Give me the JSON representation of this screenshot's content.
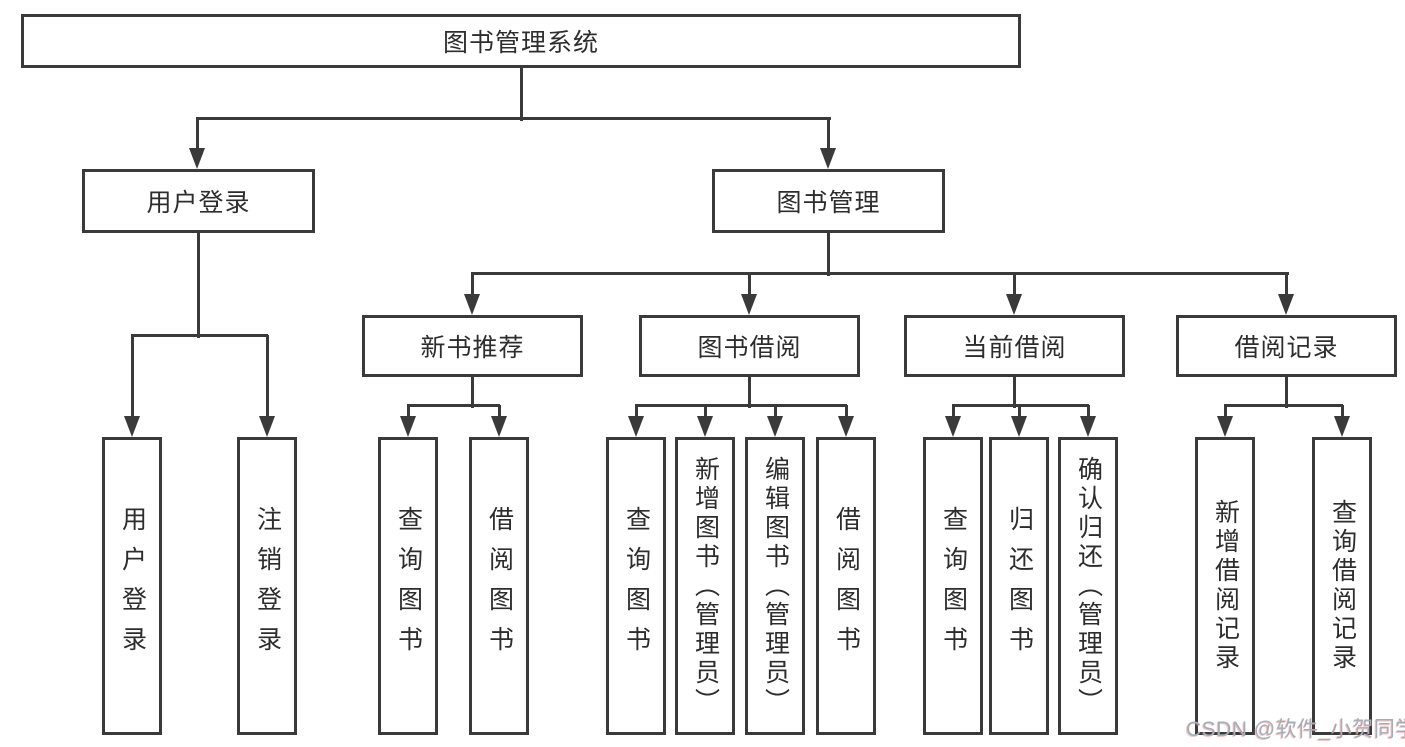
{
  "diagram": {
    "root": {
      "label": "图书管理系统",
      "children": [
        {
          "label": "用户登录",
          "children": [
            {
              "label": "用户登录"
            },
            {
              "label": "注销登录"
            }
          ]
        },
        {
          "label": "图书管理",
          "children": [
            {
              "label": "新书推荐",
              "children": [
                {
                  "label": "查询图书"
                },
                {
                  "label": "借阅图书"
                }
              ]
            },
            {
              "label": "图书借阅",
              "children": [
                {
                  "label": "查询图书"
                },
                {
                  "label": "新增图书（管理员）"
                },
                {
                  "label": "编辑图书（管理员）"
                },
                {
                  "label": "借阅图书"
                }
              ]
            },
            {
              "label": "当前借阅",
              "children": [
                {
                  "label": "查询图书"
                },
                {
                  "label": "归还图书"
                },
                {
                  "label": "确认归还（管理员）"
                }
              ]
            },
            {
              "label": "借阅记录",
              "children": [
                {
                  "label": "新增借阅记录"
                },
                {
                  "label": "查询借阅记录"
                }
              ]
            }
          ]
        }
      ]
    }
  },
  "watermark": {
    "text": "CSDN @软件_小贺同学"
  },
  "colors": {
    "line": "#3a3a3a",
    "text": "#2d2d2d",
    "background": "#ffffff",
    "watermark": "#a8adb5"
  }
}
